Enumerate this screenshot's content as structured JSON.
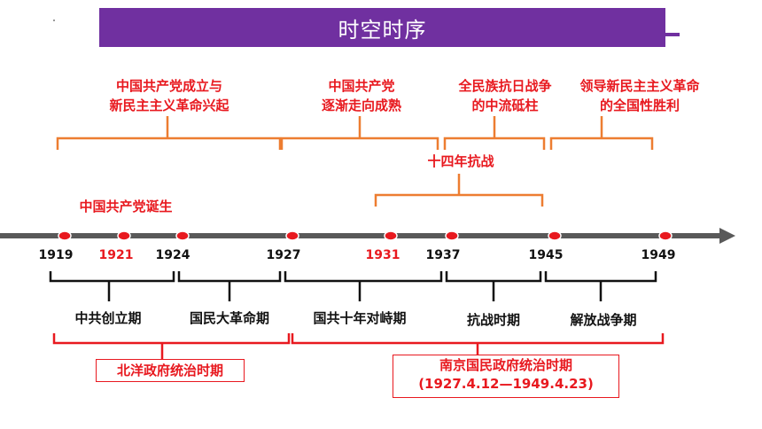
{
  "title": "时空时序",
  "stages": [
    {
      "line1": "中国共产党成立与",
      "line2": "新民主主义革命兴起"
    },
    {
      "line1": "中国共产党",
      "line2": "逐渐走向成熟"
    },
    {
      "line1": "全民族抗日战争",
      "line2": "的中流砥柱"
    },
    {
      "line1": "领导新民主主义革命",
      "line2": "的全国性胜利"
    }
  ],
  "war_label": "十四年抗战",
  "cpc_birth": "中国共产党诞生",
  "years": [
    {
      "label": "1919",
      "highlight": false
    },
    {
      "label": "1921",
      "highlight": true
    },
    {
      "label": "1924",
      "highlight": false
    },
    {
      "label": "1927",
      "highlight": false
    },
    {
      "label": "1931",
      "highlight": true
    },
    {
      "label": "1937",
      "highlight": false
    },
    {
      "label": "1945",
      "highlight": false
    },
    {
      "label": "1949",
      "highlight": false
    }
  ],
  "periods": [
    "中共创立期",
    "国民大革命期",
    "国共十年对峙期",
    "抗战时期",
    "解放战争期"
  ],
  "governments": [
    {
      "name": "北洋政府统治时期"
    },
    {
      "name": "南京国民政府统治时期",
      "dates": "(1927.4.12—1949.4.23)"
    }
  ],
  "colors": {
    "accent": "#7030a0",
    "highlight": "#e8191f",
    "bracket": "#ed7d31",
    "axis": "#595959"
  }
}
